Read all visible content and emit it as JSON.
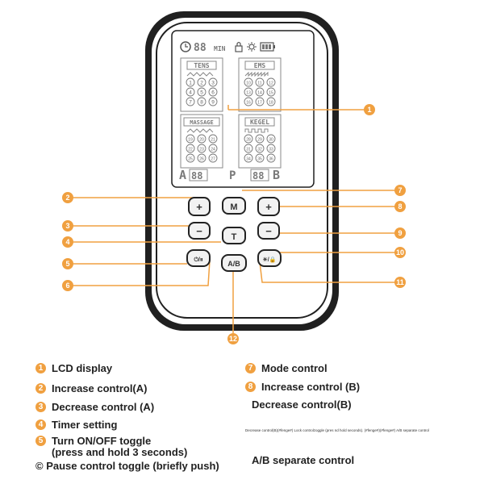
{
  "lcd": {
    "timer_digits": "88",
    "min_label": "MIN",
    "panels": [
      {
        "title": "TENS",
        "nums": [
          "1",
          "2",
          "3",
          "4",
          "5",
          "6",
          "7",
          "8",
          "9"
        ]
      },
      {
        "title": "EMS",
        "nums": [
          "10",
          "11",
          "12",
          "13",
          "14",
          "15",
          "16",
          "17",
          "18"
        ]
      },
      {
        "title": "MASSAGE",
        "nums": [
          "19",
          "20",
          "21",
          "22",
          "23",
          "24",
          "25",
          "26",
          "27"
        ]
      },
      {
        "title": "KEGEL",
        "nums": [
          "28",
          "29",
          "30",
          "31",
          "32",
          "33",
          "34",
          "35",
          "36"
        ]
      }
    ],
    "channel_a": "A",
    "digits_a": "88",
    "program_label": "P",
    "digits_b": "88",
    "channel_b": "B"
  },
  "buttons": {
    "mode": "M",
    "plus": "+",
    "minus": "−",
    "timer": "T",
    "ab": "A/B",
    "power": "⏻/⏸",
    "lock": "☀/🔒"
  },
  "callouts": [
    "1",
    "2",
    "3",
    "4",
    "5",
    "6",
    "7",
    "8",
    "9",
    "10",
    "11",
    "12"
  ],
  "legend": {
    "left": [
      {
        "num": "1",
        "text": "LCD display"
      },
      {
        "num": "2",
        "text": "Increase control(A)"
      },
      {
        "num": "3",
        "text": "Decrease control (A)"
      },
      {
        "num": "4",
        "text": "Timer setting"
      },
      {
        "num": "5",
        "text": "Turn ON/OFF toggle"
      },
      {
        "num": "",
        "text": "(press and hold 3 seconds)"
      },
      {
        "num": "",
        "text": "© Pause control toggle (briefly push)"
      }
    ],
    "right": [
      {
        "num": "7",
        "text": "Mode control"
      },
      {
        "num": "8",
        "text": "Increase control (B)"
      },
      {
        "num": "",
        "text": "Decrease control(B)"
      },
      {
        "num": "",
        "text": "Decrease control(B)(#fenge#) Lock controlzoggle (pres nd hold seconds). (#fenge#)(#fenge#) A/B separate control"
      },
      {
        "num": "",
        "text": "A/B separate control"
      }
    ]
  },
  "colors": {
    "accent": "#f0a040",
    "device": "#1f1f1f",
    "lcd_line": "#8a8a8a"
  }
}
